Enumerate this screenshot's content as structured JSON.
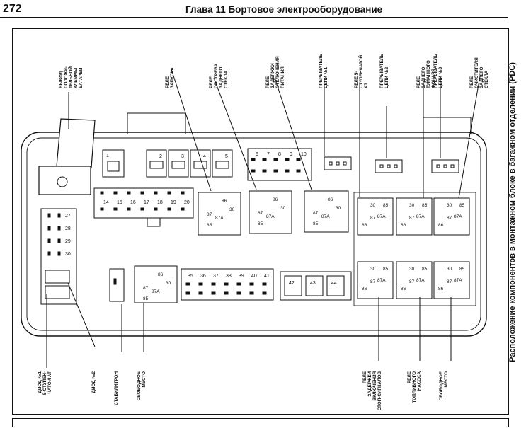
{
  "header": {
    "page_number": "272",
    "chapter_title": "Глава 11 Бортовое электрооборудование"
  },
  "side_title": "Расположение компонентов в монтажном блоке в багажном отделении (PDC)",
  "labels_top": [
    {
      "id": "battery",
      "lines": [
        "ВЫВОД",
        "ПОЛОЖИ-",
        "ТЕЛЬНОЙ",
        "КЛЕММЫ",
        "БАТАРЕИ"
      ]
    },
    {
      "id": "start",
      "lines": [
        "РЕЛЕ",
        "ЗАПУСКА"
      ]
    },
    {
      "id": "rear-heat",
      "lines": [
        "РЕЛЕ",
        "ОБОГРЕВА",
        "ЗАДНЕГО",
        "СТЕКЛА"
      ]
    },
    {
      "id": "power-delay",
      "lines": [
        "РЕЛЕ",
        "ЗАДЕРЖКИ",
        "ОТКЛЮЧЕНИЯ",
        "ПИТАНИЯ"
      ]
    },
    {
      "id": "breaker1",
      "lines": [
        "ПРЕРЫВАТЕЛЬ",
        "ЦЕПИ №1"
      ]
    },
    {
      "id": "5-speed",
      "lines": [
        "РЕЛЕ 5-",
        "СТУПЕНЧАТОЙ",
        "АТ"
      ]
    },
    {
      "id": "breaker2",
      "lines": [
        "ПРЕРЫВАТЕЛЬ",
        "ЦЕПИ №2"
      ]
    },
    {
      "id": "rear-fog",
      "lines": [
        "РЕЛЕ",
        "ЗАДНЕГО",
        "ТУМАННОГО",
        "ФОНАРЯ"
      ]
    },
    {
      "id": "breaker3",
      "lines": [
        "ПРЕРЫВАТЕЛЬ",
        "ЦЕПИ №3"
      ]
    },
    {
      "id": "rear-wiper",
      "lines": [
        "РЕЛЕ",
        "ОЧИСТИТЕЛЯ",
        "ЗАДНЕГО",
        "СТЕКЛА"
      ]
    }
  ],
  "labels_bottom": [
    {
      "id": "diode1",
      "lines": [
        "ДИОД №1",
        "5-СТУПЕН-",
        "ЧАТОЙ АТ"
      ]
    },
    {
      "id": "diode2",
      "lines": [
        "ДИОД №2"
      ]
    },
    {
      "id": "stabilitron",
      "lines": [
        "СТАБИЛИТРОН"
      ]
    },
    {
      "id": "free1",
      "lines": [
        "СВОБОДНОЕ",
        "МЕСТО"
      ]
    },
    {
      "id": "stop-delay",
      "lines": [
        "РЕЛЕ",
        "ЗАДЕРЖКИ",
        "ВКЛЮЧЕНИЯ",
        "СТОП-СИГНАЛОВ"
      ]
    },
    {
      "id": "fuel-pump",
      "lines": [
        "РЕЛЕ",
        "ТОПЛИВНОГО",
        "НАСОСА"
      ]
    },
    {
      "id": "free2",
      "lines": [
        "СВОБОДНОЕ",
        "МЕСТО"
      ]
    }
  ],
  "fuses": {
    "row_top_big": [
      "1",
      "2",
      "3",
      "4",
      "5"
    ],
    "row_top_small": [
      "6",
      "7",
      "8",
      "9",
      "10"
    ],
    "row_mid": [
      "14",
      "15",
      "16",
      "17",
      "18",
      "19",
      "20"
    ],
    "col_left": [
      "27",
      "28",
      "29",
      "30"
    ],
    "row_bottom": [
      "35",
      "36",
      "37",
      "38",
      "39",
      "40",
      "41"
    ],
    "row_bottom_big": [
      "42",
      "43",
      "44"
    ]
  },
  "pins": {
    "p30": "30",
    "p86": "86",
    "p85": "85",
    "p87": "87",
    "p87a": "87A"
  }
}
